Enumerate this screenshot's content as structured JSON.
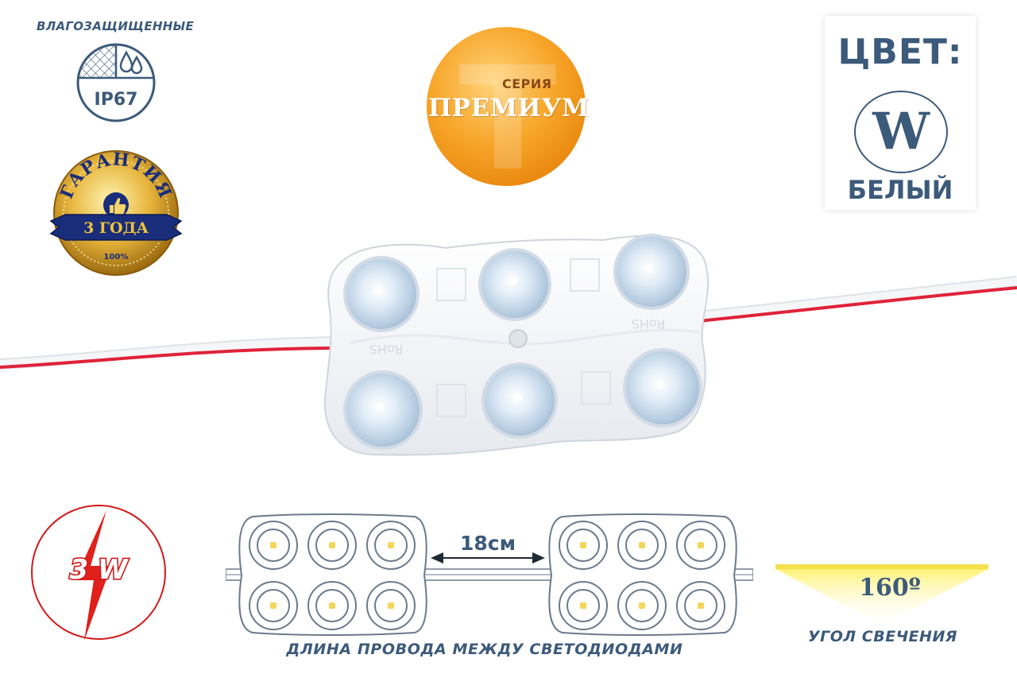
{
  "waterproof": {
    "caption": "ВЛАГОЗАЩИЩЕННЫЕ",
    "rating": "IP67"
  },
  "guarantee": {
    "word": "ГАРАНТИЯ",
    "years": "3 ГОДА",
    "percent": "100%"
  },
  "premium": {
    "series_label": "СЕРИЯ",
    "series_name": "ПРЕМИУМ",
    "watermark": "T"
  },
  "color": {
    "label": "ЦВЕТ:",
    "code": "W",
    "name": "БЕЛЫЙ"
  },
  "power": {
    "value": "3 W"
  },
  "distance": {
    "value": "18см",
    "caption": "ДЛИНА ПРОВОДА МЕЖДУ СВЕТОДИОДАМИ"
  },
  "angle": {
    "value": "160º",
    "caption": "УГОЛ СВЕЧЕНИЯ"
  },
  "module": {
    "marking": "RoHS",
    "led_count": 6
  },
  "colors": {
    "accent": "#3c5a7a",
    "orange": "#f5a623",
    "red": "#d21a1a",
    "wire_red": "#e0223a",
    "gold": "#d4a02a",
    "navy": "#1a2d7a"
  }
}
